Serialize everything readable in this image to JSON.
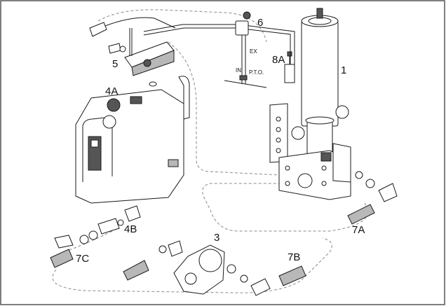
{
  "labels": {
    "cylinder": "1",
    "pump": "3",
    "tank": "4A",
    "suction_fitting": "4B",
    "valve": "5",
    "control": "6",
    "hose_pressure": "7A",
    "hose_return": "7B",
    "hose_suction": "7C",
    "switch": "8A",
    "pto": "P.T.O.",
    "in": "IN",
    "ex": "EX"
  },
  "colors": {
    "line": "#1a1a1a",
    "dashed": "#8a8a8a",
    "fill_gray": "#b8b8b8",
    "border": "#555555"
  }
}
